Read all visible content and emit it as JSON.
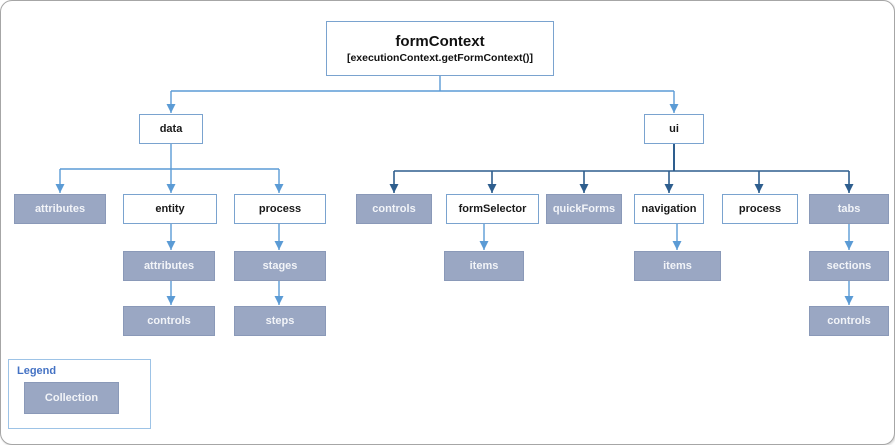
{
  "diagram": {
    "tree": {
      "label": "formContext",
      "sublabel": "[executionContext.getFormContext()]",
      "children": [
        {
          "label": "data",
          "type": "object",
          "children": [
            {
              "label": "attributes",
              "type": "collection",
              "children": []
            },
            {
              "label": "entity",
              "type": "object",
              "children": [
                {
                  "label": "attributes",
                  "type": "collection",
                  "children": [
                    {
                      "label": "controls",
                      "type": "collection",
                      "children": []
                    }
                  ]
                }
              ]
            },
            {
              "label": "process",
              "type": "object",
              "children": [
                {
                  "label": "stages",
                  "type": "collection",
                  "children": [
                    {
                      "label": "steps",
                      "type": "collection",
                      "children": []
                    }
                  ]
                }
              ]
            }
          ]
        },
        {
          "label": "ui",
          "type": "object",
          "children": [
            {
              "label": "controls",
              "type": "collection",
              "children": []
            },
            {
              "label": "formSelector",
              "type": "object",
              "children": [
                {
                  "label": "items",
                  "type": "collection",
                  "children": []
                }
              ]
            },
            {
              "label": "quickForms",
              "type": "collection",
              "children": []
            },
            {
              "label": "navigation",
              "type": "object",
              "children": [
                {
                  "label": "items",
                  "type": "collection",
                  "children": []
                }
              ]
            },
            {
              "label": "process",
              "type": "object",
              "children": []
            },
            {
              "label": "tabs",
              "type": "collection",
              "children": [
                {
                  "label": "sections",
                  "type": "collection",
                  "children": [
                    {
                      "label": "controls",
                      "type": "collection",
                      "children": []
                    }
                  ]
                }
              ]
            }
          ]
        }
      ]
    },
    "legend": {
      "title": "Legend",
      "items": [
        {
          "label": "Collection",
          "style": "collection"
        }
      ]
    },
    "colors": {
      "connector_light": "#5B9BD5",
      "connector_dark": "#2E5E8E",
      "collection_fill": "#9AA7C3",
      "collection_border": "#8A99B8",
      "collection_text": "#F2F4F8",
      "object_box_border": "#7AA3CF",
      "legend_title": "#4472C4",
      "outer_border": "#A6A6A6"
    }
  }
}
